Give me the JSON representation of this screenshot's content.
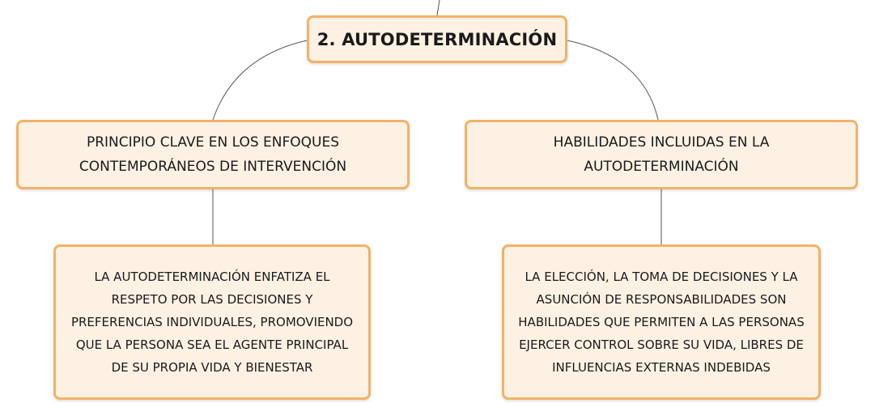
{
  "diagram": {
    "root": {
      "label": "2. AUTODETERMINACIÓN"
    },
    "left_branch": {
      "title": "PRINCIPIO CLAVE EN LOS ENFOQUES CONTEMPORÁNEOS DE INTERVENCIÓN",
      "detail": "LA AUTODETERMINACIÓN ENFATIZA EL RESPETO POR LAS DECISIONES Y PREFERENCIAS INDIVIDUALES, PROMOVIENDO QUE LA PERSONA SEA EL AGENTE PRINCIPAL DE SU PROPIA VIDA Y BIENESTAR"
    },
    "right_branch": {
      "title": "HABILIDADES INCLUIDAS EN LA AUTODETERMINACIÓN",
      "detail": "LA ELECCIÓN, LA TOMA DE DECISIONES Y LA ASUNCIÓN DE RESPONSABILIDADES SON HABILIDADES QUE PERMITEN A LAS PERSONAS EJERCER CONTROL SOBRE SU VIDA, LIBRES DE INFLUENCIAS EXTERNAS INDEBIDAS"
    },
    "colors": {
      "node_fill": "#fdf1e4",
      "node_border": "#f2b267",
      "connector": "#555555"
    }
  }
}
